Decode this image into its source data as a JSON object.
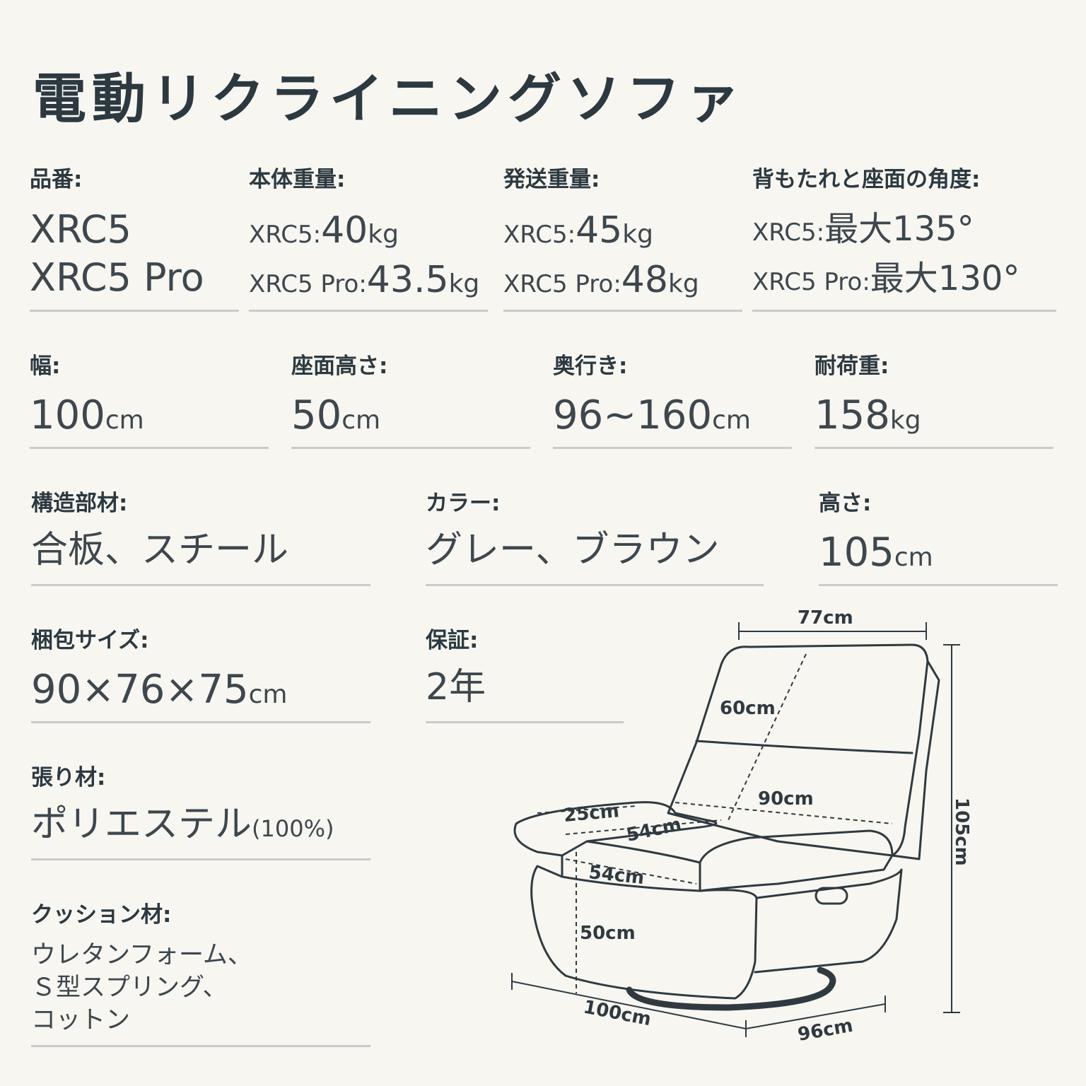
{
  "title": "電動リクライニングソファ",
  "row1": {
    "model": {
      "label": "品番:",
      "line1": "XRC5",
      "line2": "XRC5 Pro"
    },
    "body_weight": {
      "label": "本体重量:",
      "l1_pre": "XRC5:",
      "l1_num": "40",
      "l1_unit": "kg",
      "l2_pre": "XRC5 Pro:",
      "l2_num": "43.5",
      "l2_unit": "kg"
    },
    "ship_weight": {
      "label": "発送重量:",
      "l1_pre": "XRC5:",
      "l1_num": "45",
      "l1_unit": "kg",
      "l2_pre": "XRC5 Pro:",
      "l2_num": "48",
      "l2_unit": "kg"
    },
    "angle": {
      "label": "背もたれと座面の角度:",
      "l1_pre": "XRC5:",
      "l1_num": "最大135°",
      "l2_pre": "XRC5 Pro:",
      "l2_num": "最大130°"
    }
  },
  "row2": {
    "width": {
      "label": "幅:",
      "num": "100",
      "unit": "cm"
    },
    "seat_height": {
      "label": "座面高さ:",
      "num": "50",
      "unit": "cm"
    },
    "depth": {
      "label": "奥行き:",
      "num": "96~160",
      "unit": "cm"
    },
    "load": {
      "label": "耐荷重:",
      "num": "158",
      "unit": "kg"
    }
  },
  "row3": {
    "structure": {
      "label": "構造部材:",
      "value": "合板、スチール"
    },
    "color": {
      "label": "カラー:",
      "value": "グレー、ブラウン"
    },
    "height": {
      "label": "高さ:",
      "num": "105",
      "unit": "cm"
    }
  },
  "row4": {
    "package": {
      "label": "梱包サイズ:",
      "num": "90×76×75",
      "unit": "cm"
    },
    "warranty": {
      "label": "保証:",
      "value": "2年"
    }
  },
  "upholstery": {
    "label": "張り材:",
    "value": "ポリエステル",
    "suffix": "(100%)"
  },
  "cushion": {
    "label": "クッション材:",
    "line1": "ウレタンフォーム、",
    "line2": "Ｓ型スプリング、",
    "line3": "コットン"
  },
  "diagram": {
    "top_width": "77cm",
    "back_height": "60cm",
    "seat_width": "90cm",
    "arm_width": "25cm",
    "arm_length": "54cm",
    "seat_depth": "54cm",
    "seat_height": "50cm",
    "total_height": "105cm",
    "total_width": "100cm",
    "total_depth": "96cm"
  }
}
